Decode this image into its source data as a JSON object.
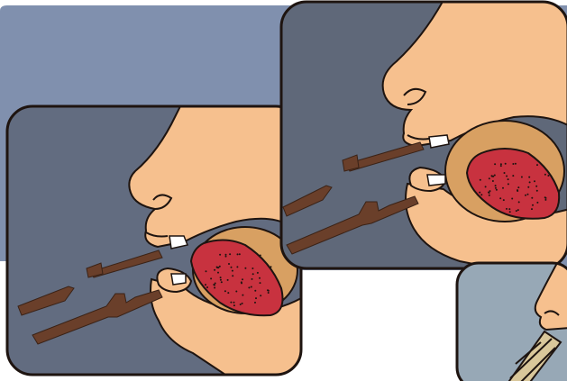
{
  "image": {
    "subject": "",
    "panels": [
      {
        "id": "panel-left",
        "background": "#626c80"
      },
      {
        "id": "panel-right",
        "background": "#5f6879"
      },
      {
        "id": "panel-bottom",
        "background": "#97a8b6"
      }
    ],
    "colors": {
      "backdrop": "#8090ae",
      "skin": "#f6c08e",
      "skin_shadow": "#d99a68",
      "outline": "#1e1410",
      "reed": "#6a3f2a",
      "tongue": "#d8a062",
      "lip_inner": "#c8323f",
      "teeth": "#ffffff"
    }
  }
}
